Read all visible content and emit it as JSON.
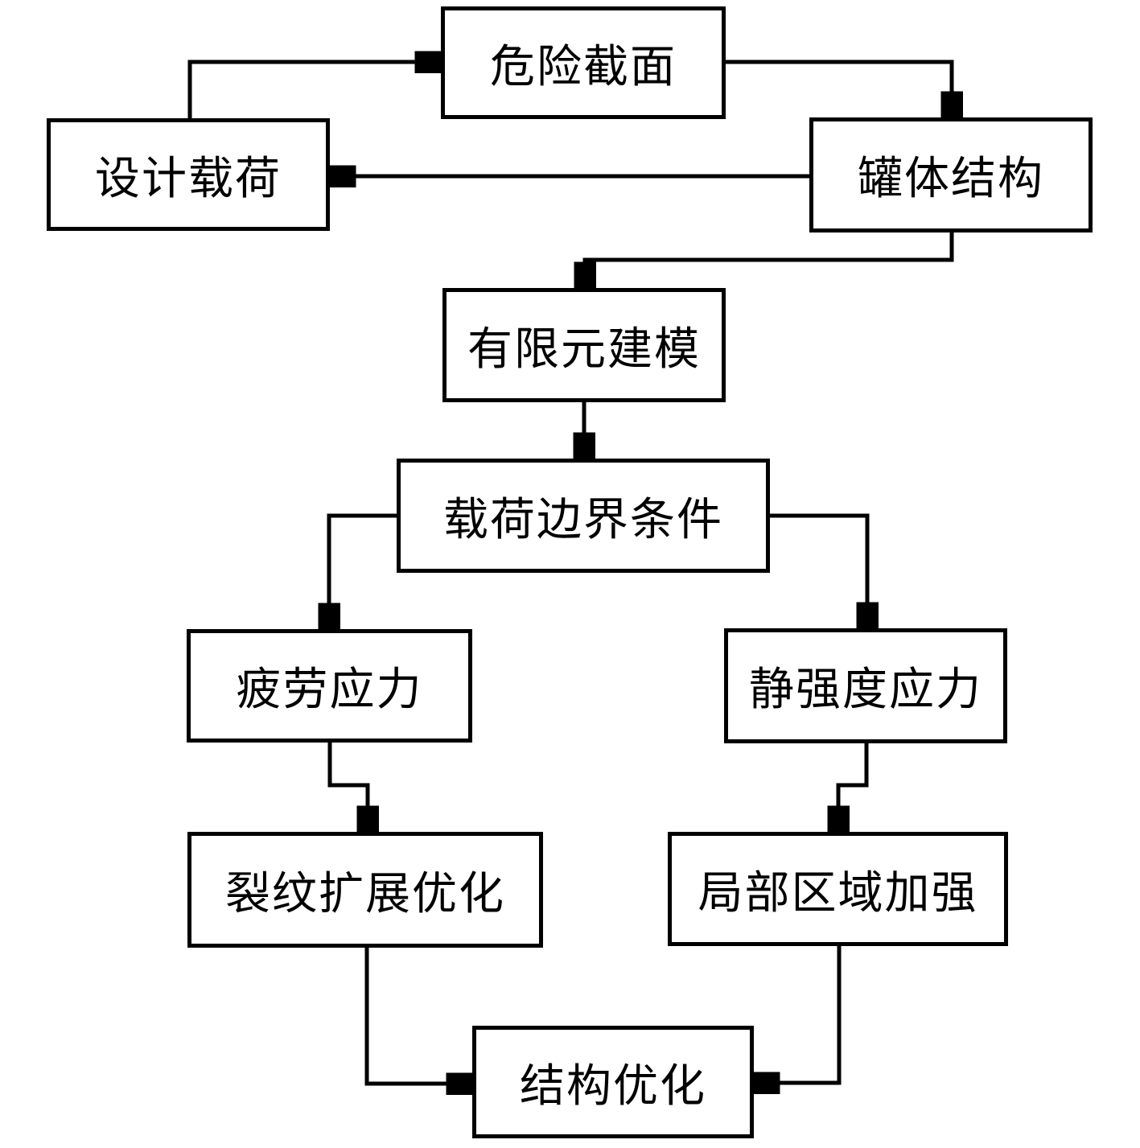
{
  "diagram": {
    "type": "flowchart",
    "background_color": "#ffffff",
    "line_color": "#000000",
    "nodes": [
      {
        "id": "hazard-section",
        "label": "危险截面"
      },
      {
        "id": "design-load",
        "label": "设计载荷"
      },
      {
        "id": "tank-structure",
        "label": "罐体结构"
      },
      {
        "id": "finite-element-modeling",
        "label": "有限元建模"
      },
      {
        "id": "load-boundary-conditions",
        "label": "载荷边界条件"
      },
      {
        "id": "fatigue-stress",
        "label": "疲劳应力"
      },
      {
        "id": "static-strength-stress",
        "label": "静强度应力"
      },
      {
        "id": "crack-propagation-optimization",
        "label": "裂纹扩展优化"
      },
      {
        "id": "local-area-reinforcement",
        "label": "局部区域加强"
      },
      {
        "id": "structural-optimization",
        "label": "结构优化"
      }
    ],
    "edges": [
      {
        "from": "design-load",
        "to": "hazard-section"
      },
      {
        "from": "hazard-section",
        "to": "tank-structure"
      },
      {
        "from": "tank-structure",
        "to": "design-load"
      },
      {
        "from": "tank-structure",
        "to": "finite-element-modeling"
      },
      {
        "from": "finite-element-modeling",
        "to": "load-boundary-conditions"
      },
      {
        "from": "load-boundary-conditions",
        "to": "fatigue-stress"
      },
      {
        "from": "load-boundary-conditions",
        "to": "static-strength-stress"
      },
      {
        "from": "fatigue-stress",
        "to": "crack-propagation-optimization"
      },
      {
        "from": "static-strength-stress",
        "to": "local-area-reinforcement"
      },
      {
        "from": "crack-propagation-optimization",
        "to": "structural-optimization"
      },
      {
        "from": "local-area-reinforcement",
        "to": "structural-optimization"
      }
    ]
  }
}
